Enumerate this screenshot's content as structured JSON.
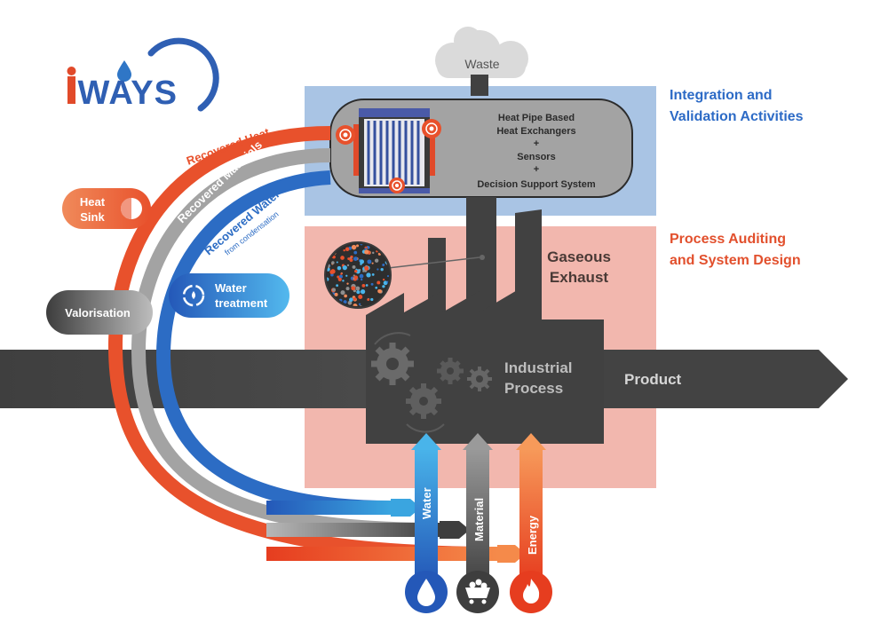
{
  "logo": {
    "text": "iWAYS"
  },
  "waste_label": "Waste",
  "hx": {
    "line1": "Heat Pipe Based",
    "line2": "Heat Exchangers",
    "plus1": "+",
    "line3": "Sensors",
    "plus2": "+",
    "line4": "Decision Support System"
  },
  "phases": {
    "integration_line1": "Integration and",
    "integration_line2": "Validation Activities",
    "auditing_line1": "Process Auditing",
    "auditing_line2": "and System Design"
  },
  "exhaust": {
    "line1": "Gaseous",
    "line2": "Exhaust"
  },
  "process": {
    "line1": "Industrial",
    "line2": "Process"
  },
  "product_label": "Product",
  "flows": {
    "recovered_heat": "Recovered Heat",
    "recovered_materials": "Recovered Materials",
    "recovered_water": "Recovered Water",
    "recovered_water_sub": "from condensation"
  },
  "side": {
    "heat_sink_line1": "Heat",
    "heat_sink_line2": "Sink",
    "valorisation": "Valorisation",
    "water_treatment_line1": "Water",
    "water_treatment_line2": "treatment"
  },
  "inputs": {
    "water": "Water",
    "material": "Material",
    "energy": "Energy"
  },
  "colors": {
    "heat": "#e8512c",
    "material": "#8f8f8f",
    "water": "#2c6cc4",
    "dark": "#414141",
    "integration_bg": "#a9c4e4",
    "auditing_bg": "#f2b7ae",
    "integration_text": "#2d6bc6",
    "auditing_text": "#e2502d"
  },
  "icons": [
    "water-drop-icon",
    "mining-cart-icon",
    "flame-icon",
    "recycle-icon",
    "heat-sink-icon",
    "gear-icon",
    "sensor-icon"
  ]
}
